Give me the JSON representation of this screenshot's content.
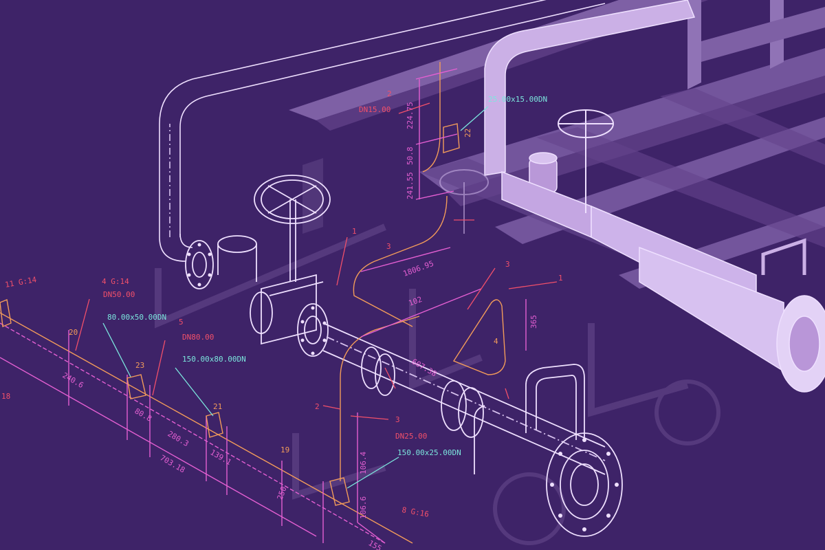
{
  "colors": {
    "background": "#3e2368",
    "pipe_light": "#c9a6e0",
    "pipe_outline": "#efe0ff",
    "steel_frame": "#7a5a9e",
    "dim_orange": "#f39c5a",
    "dim_pink": "#e45fd2",
    "label_red": "#f2506a",
    "label_cyan": "#7ce7de"
  },
  "labels": {
    "red": {
      "g14_left": "11 G:14",
      "g14": "4 G:14",
      "dn50": "DN50.00",
      "n5": "5",
      "dn80": "DN80.00",
      "n2_top": "2",
      "dn15": "DN15.00",
      "n1_mid": "1",
      "n3_mid": "3",
      "n3_right": "3",
      "n1_right": "1",
      "n2_bottom": "2",
      "n3_bottom": "3",
      "dn25": "DN25.00",
      "g16": "8 G:16",
      "n18": "18"
    },
    "cyan": {
      "red80x50": "80.00x50.00DN",
      "red150x80": "150.00x80.00DN",
      "red150x25": "150.00x25.00DN",
      "red_top": "25.00x15.00DN"
    },
    "dims": {
      "d20": "20",
      "d2406": "240.6",
      "d23": "23",
      "d808": "80.8",
      "d2803": "280.3",
      "d21": "21",
      "d1391": "139.1",
      "d70318": "703.18",
      "d19": "19",
      "d250": "250",
      "d22475": "224.75",
      "d508": "50.8",
      "d24155": "241.55",
      "d22": "22",
      "d10695": "1806.95",
      "d102": "102",
      "d365": "365",
      "d4": "4",
      "d60738": "607.38",
      "d1064": "106.4",
      "d1066": "106.6",
      "d155": "155"
    }
  }
}
